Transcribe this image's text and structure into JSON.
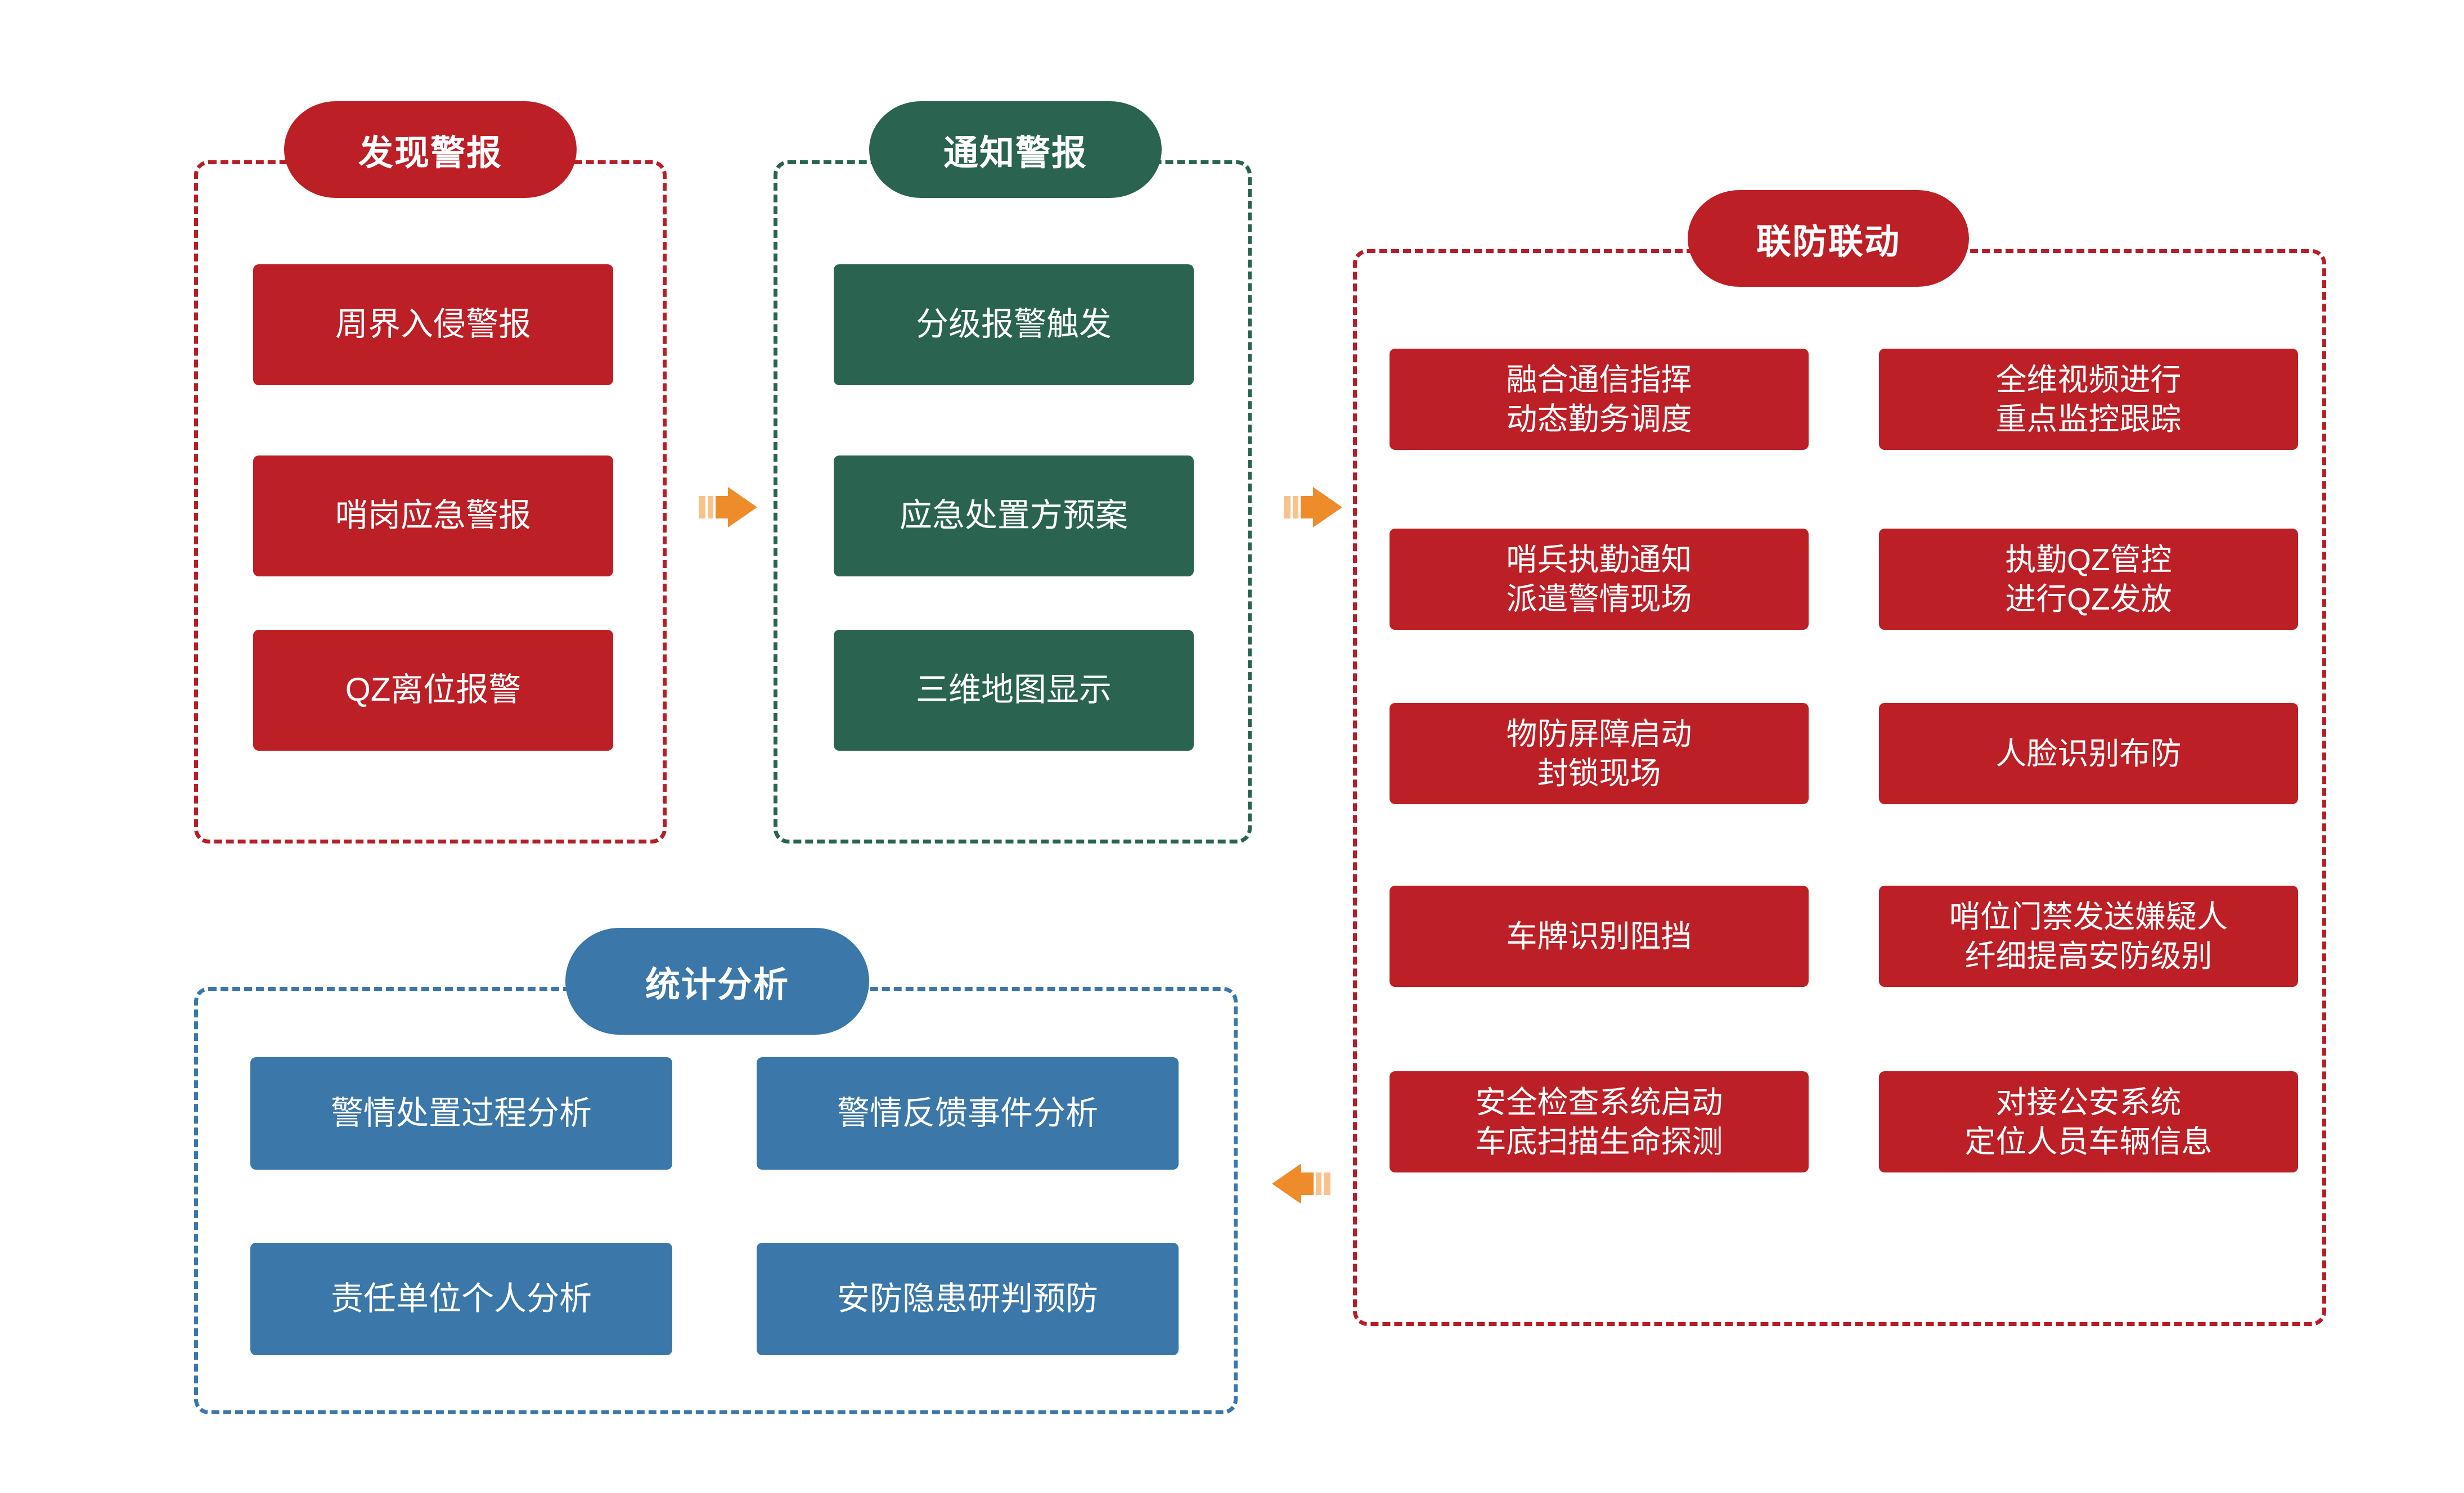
{
  "diagram": {
    "title_colors": {
      "red": "#BC1F26",
      "green": "#2A6450",
      "blue": "#3B77A8",
      "arrow_orange": "#EE8B2B",
      "arrow_orange_light": "#F8C28C",
      "background": "#FFFFFF"
    },
    "groups": [
      {
        "id": "discover-alarm",
        "header": "发现警报",
        "color": "red",
        "items": [
          "周界入侵警报",
          "哨岗应急警报",
          "QZ离位报警"
        ]
      },
      {
        "id": "notify-alarm",
        "header": "通知警报",
        "color": "green",
        "items": [
          "分级报警触发",
          "应急处置方预案",
          "三维地图显示"
        ]
      },
      {
        "id": "joint-defense",
        "header": "联防联动",
        "color": "red",
        "items": [
          "融合通信指挥\n动态勤务调度",
          "全维视频进行\n重点监控跟踪",
          "哨兵执勤通知\n派遣警情现场",
          "执勤QZ管控\n进行QZ发放",
          "物防屏障启动\n封锁现场",
          "人脸识别布防",
          "车牌识别阻挡",
          "哨位门禁发送嫌疑人\n纤细提高安防级别",
          "安全检查系统启动\n车底扫描生命探测",
          "对接公安系统\n定位人员车辆信息"
        ]
      },
      {
        "id": "statistics-analysis",
        "header": "统计分析",
        "color": "blue",
        "items": [
          "警情处置过程分析",
          "警情反馈事件分析",
          "责任单位个人分析",
          "安防隐患研判预防"
        ]
      }
    ],
    "arrows": [
      {
        "id": "arrow-discover-to-notify",
        "direction": "right"
      },
      {
        "id": "arrow-notify-to-joint",
        "direction": "right"
      },
      {
        "id": "arrow-joint-to-statistics",
        "direction": "left"
      }
    ]
  }
}
